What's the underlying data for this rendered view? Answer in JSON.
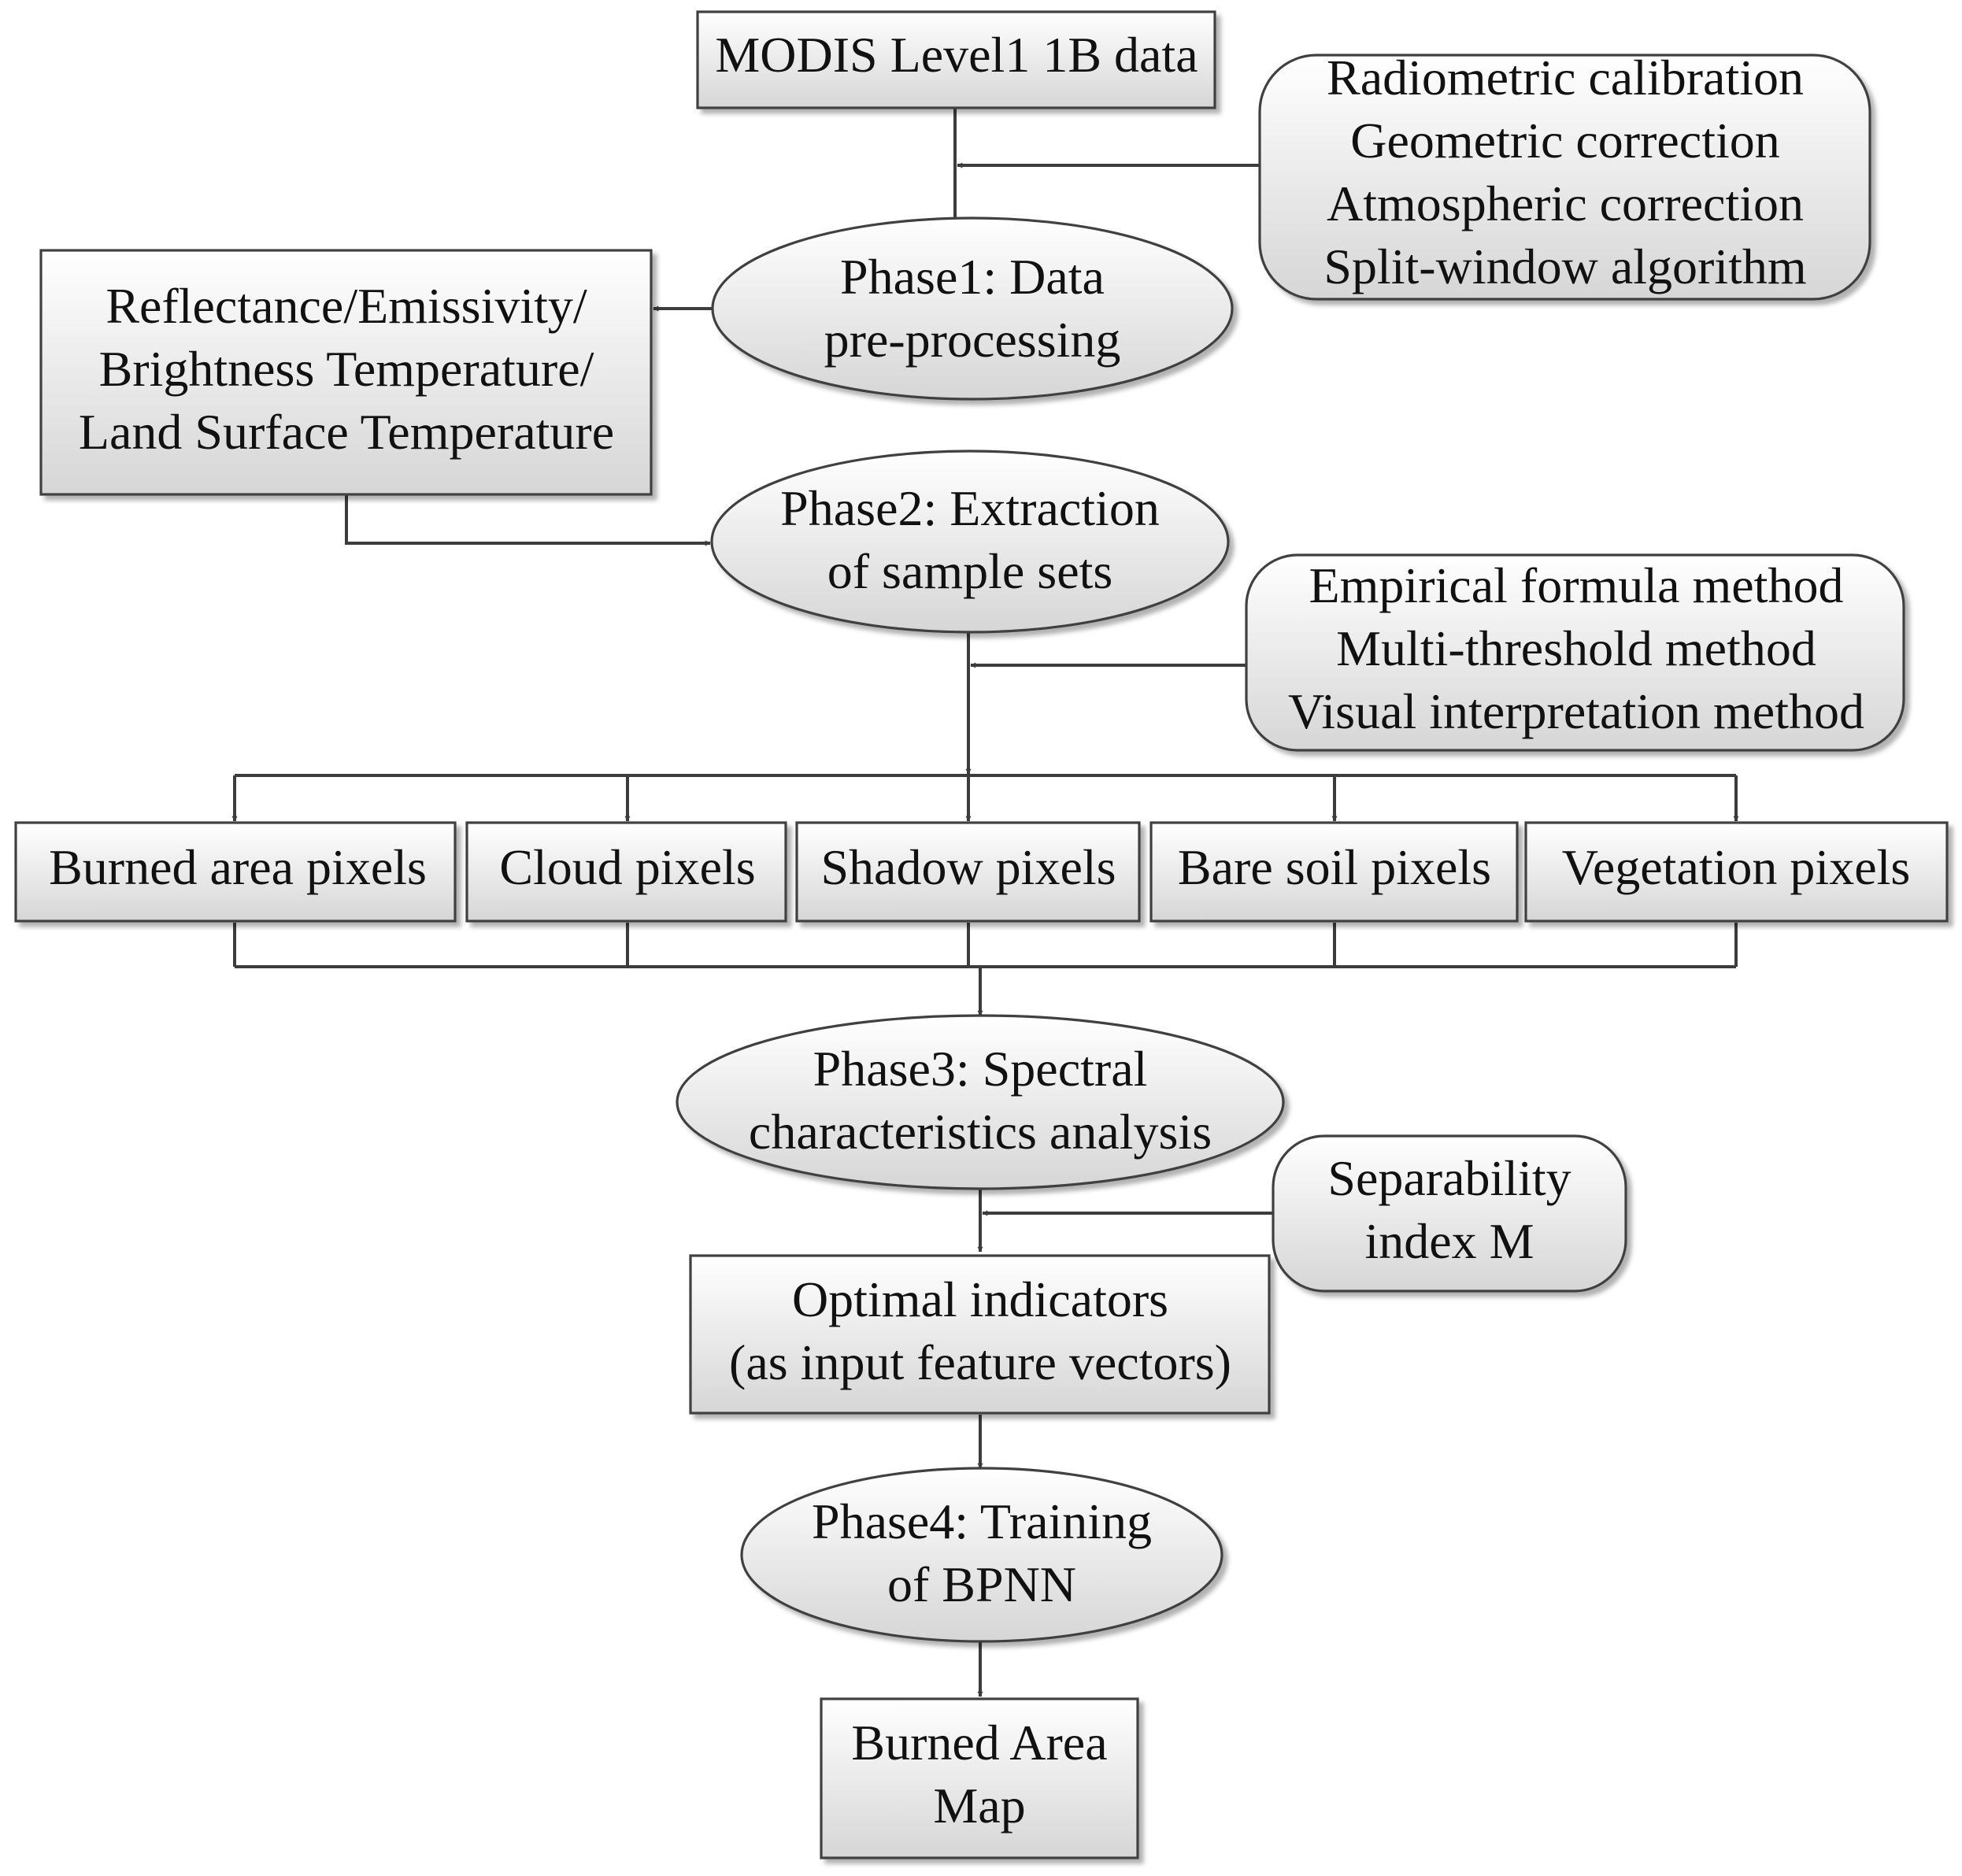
{
  "nodes": {
    "modis": {
      "lines": [
        "MODIS Level1 1B data"
      ]
    },
    "preproc_methods": {
      "lines": [
        "Radiometric calibration",
        "Geometric correction",
        "Atmospheric correction",
        "Split-window algorithm"
      ]
    },
    "phase1": {
      "lines": [
        "Phase1: Data",
        "pre-processing"
      ]
    },
    "products": {
      "lines": [
        "Reflectance/Emissivity/",
        "Brightness Temperature/",
        "Land Surface Temperature"
      ]
    },
    "phase2": {
      "lines": [
        "Phase2: Extraction",
        "of sample sets"
      ]
    },
    "sample_methods": {
      "lines": [
        "Empirical formula method",
        "Multi-threshold method",
        "Visual interpretation method"
      ]
    },
    "burned_pixels": {
      "lines": [
        "Burned area pixels"
      ]
    },
    "cloud_pixels": {
      "lines": [
        "Cloud pixels"
      ]
    },
    "shadow_pixels": {
      "lines": [
        "Shadow pixels"
      ]
    },
    "bare_soil_pixels": {
      "lines": [
        "Bare soil pixels"
      ]
    },
    "vegetation_pixels": {
      "lines": [
        "Vegetation pixels"
      ]
    },
    "phase3": {
      "lines": [
        "Phase3: Spectral",
        "characteristics analysis"
      ]
    },
    "separability": {
      "lines": [
        "Separability",
        "index M"
      ]
    },
    "optimal": {
      "lines": [
        "Optimal indicators",
        "(as input feature vectors)"
      ]
    },
    "phase4": {
      "lines": [
        "Phase4: Training",
        "of BPNN"
      ]
    },
    "burned_map": {
      "lines": [
        "Burned Area",
        "Map"
      ]
    }
  },
  "colors": {
    "fill_top": "#ffffff",
    "fill_bottom": "#d6d6d6",
    "stroke": "#404040",
    "text": "#111111"
  }
}
